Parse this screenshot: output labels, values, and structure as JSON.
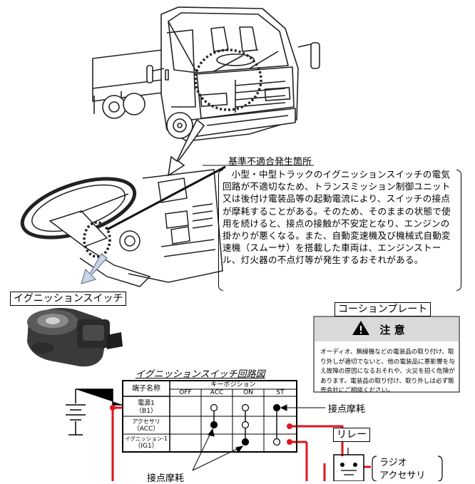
{
  "labels": {
    "defect_location": "基準不適合発生箇所",
    "ignition_switch": "イグニッションスイッチ",
    "caution_plate": "コーションプレート",
    "circuit_title": "イグニッションスイッチ回路図",
    "contact_wear_right": "接点摩耗",
    "contact_wear_bottom": "接点摩耗",
    "relay": "リレー",
    "radio": "ラジオ",
    "accessory": "アクセサリ"
  },
  "description": "小型・中型トラックのイグニッションスイッチの電気回路が不適切なため、トランスミッション制御ユニット又は後付け電装品等の起動電流により、スイッチの接点が摩耗することがある。そのため、そのままの状態で使用を続けると、接点の接触が不安定となり、エンジンの掛かりが悪くなる。また、自動変速機及び機械式自動変速機（スムーサ）を搭載した車両は、エンジンストール、灯火器の不点灯等が発生するおそれがある。",
  "caution": {
    "title": "注 意",
    "body": "オーディオ、無線機などの電装品の取り付け、取り外しが適切でないと、他の電装品に悪影響を与え故障の原因になるおそれや、火災を招く危険があります。電装品の取り付け、取り外しは必ず販売会社にご相談ください。"
  },
  "table": {
    "header_terminal": "端子名称",
    "header_keypos": "キーポジション",
    "positions": [
      "OFF",
      "ACC",
      "ON",
      "ST"
    ],
    "rows": [
      {
        "line1": "電源1",
        "line2": "（B1）"
      },
      {
        "line1": "アクセサリ",
        "line2": "（ACC）"
      },
      {
        "line1": "イグニッション-1",
        "line2": "（IG1）"
      }
    ]
  },
  "colors": {
    "wire_red": "#e0141e",
    "caution_bg": "#d9d9d9"
  }
}
